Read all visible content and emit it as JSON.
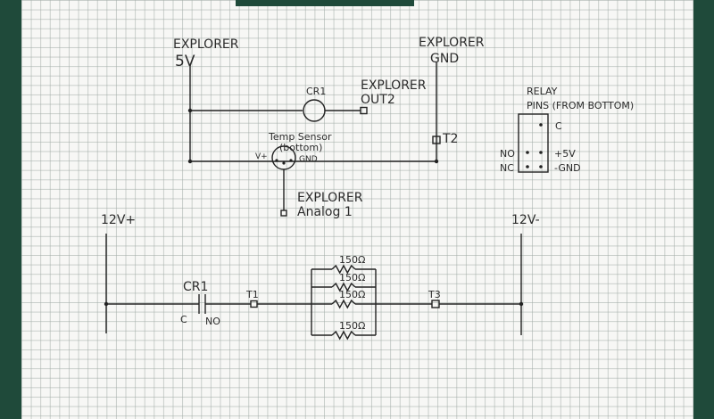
{
  "explorer_5v": {
    "line1": "EXPLORER",
    "line2": "5V"
  },
  "explorer_gnd": {
    "line1": "EXPLORER",
    "line2": "GND"
  },
  "cr1_top": {
    "label": "CR1"
  },
  "explorer_out2": {
    "line1": "EXPLORER",
    "line2": "OUT2"
  },
  "temp_sensor": {
    "line1": "Temp Sensor",
    "line2": "(bottom)",
    "pin_vplus": "V+",
    "pin_gnd": "GND"
  },
  "explorer_analog1": {
    "line1": "EXPLORER",
    "line2": "Analog 1"
  },
  "t2": {
    "label": "T2"
  },
  "relay_pins": {
    "title1": "RELAY",
    "title2": "PINS (FROM BOTTOM)",
    "pin_c": "C",
    "pin_no": "NO",
    "pin_nc": "NC",
    "pin_5v": "+5V",
    "pin_gnd": "-GND"
  },
  "rail_12v_plus": {
    "label": "12V+"
  },
  "rail_12v_minus": {
    "label": "12V-"
  },
  "cr1_bottom": {
    "label": "CR1",
    "contact_c": "C",
    "contact_no": "NO"
  },
  "t1": {
    "label": "T1"
  },
  "t3": {
    "label": "T3"
  },
  "resistors": [
    {
      "label": "150Ω"
    },
    {
      "label": "150Ω"
    },
    {
      "label": "150Ω"
    },
    {
      "label": "150Ω"
    }
  ]
}
